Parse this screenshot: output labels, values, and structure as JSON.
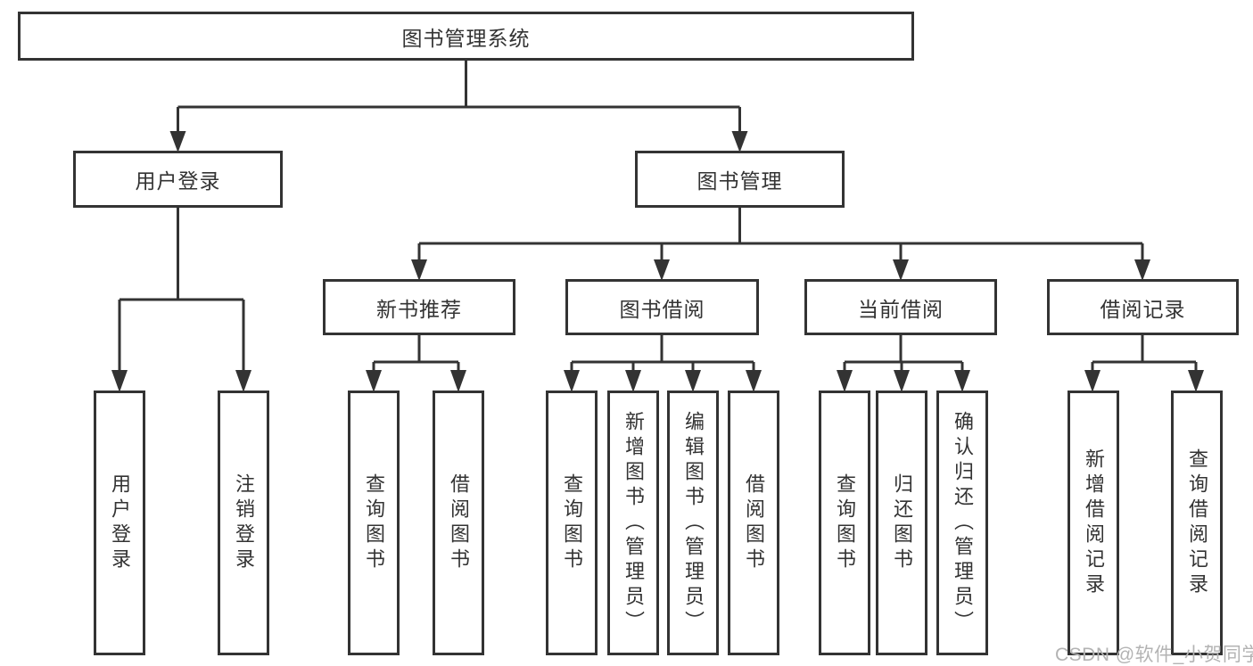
{
  "diagram": {
    "type": "tree-structure-diagram",
    "colors": {
      "line": "#333333",
      "box_border": "#333333",
      "text": "#333333",
      "background": "#ffffff",
      "watermark": "#b3b3b3"
    }
  },
  "tree": {
    "label": "图书管理系统",
    "children": [
      {
        "label": "用户登录",
        "children": [
          {
            "label": "用户登录"
          },
          {
            "label": "注销登录"
          }
        ]
      },
      {
        "label": "图书管理",
        "children": [
          {
            "label": "新书推荐",
            "children": [
              {
                "label": "查询图书"
              },
              {
                "label": "借阅图书"
              }
            ]
          },
          {
            "label": "图书借阅",
            "children": [
              {
                "label": "查询图书"
              },
              {
                "label": "新增图书（管理员）"
              },
              {
                "label": "编辑图书（管理员）"
              },
              {
                "label": "借阅图书"
              }
            ]
          },
          {
            "label": "当前借阅",
            "children": [
              {
                "label": "查询图书"
              },
              {
                "label": "归还图书"
              },
              {
                "label": "确认归还（管理员）"
              }
            ]
          },
          {
            "label": "借阅记录",
            "children": [
              {
                "label": "新增借阅记录"
              },
              {
                "label": "查询借阅记录"
              }
            ]
          }
        ]
      }
    ]
  },
  "watermark": "CSDN @软件_小贺同学"
}
